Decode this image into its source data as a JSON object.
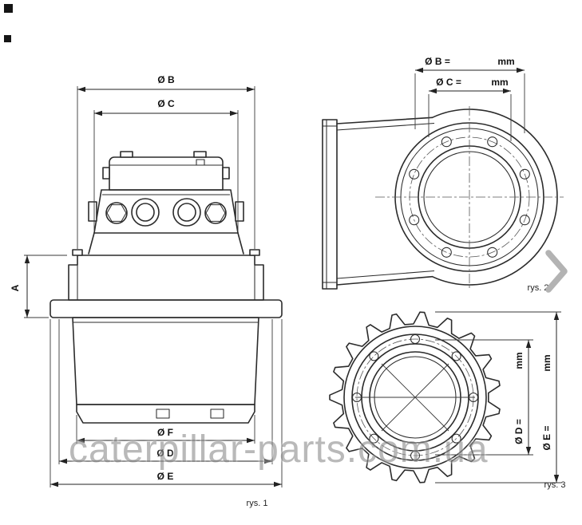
{
  "colors": {
    "line": "#2b2b2b",
    "watermark": "#8f8f8f",
    "chevron": "#b3b3b3"
  },
  "watermark": "caterpillar-parts.com.ua",
  "figure1": {
    "caption": "rys. 1",
    "dim_b": "Ø B",
    "dim_c": "Ø C",
    "dim_a": "A",
    "dim_f": "Ø F",
    "dim_d": "Ø D",
    "dim_e": "Ø E"
  },
  "figure2": {
    "caption": "rys. 2",
    "dim_b_label": "Ø B =",
    "dim_b_unit": "mm",
    "dim_c_label": "Ø C =",
    "dim_c_unit": "mm"
  },
  "figure3": {
    "caption": "rys. 3",
    "dim_d_label": "Ø D =",
    "dim_d_unit": "mm",
    "dim_e_label": "Ø E =",
    "dim_e_unit": "mm"
  }
}
